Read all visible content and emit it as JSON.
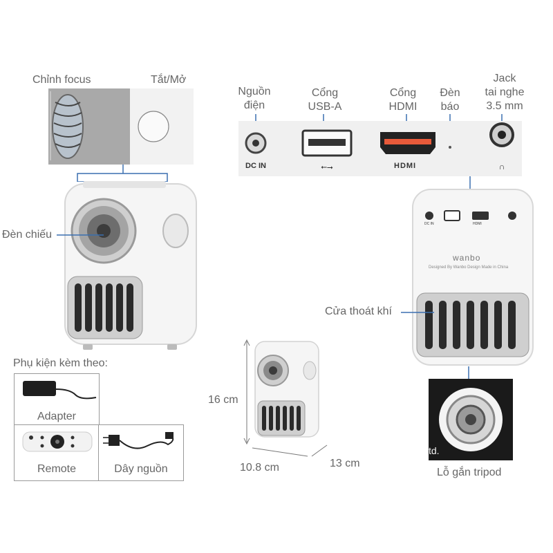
{
  "labels": {
    "focus": "Chỉnh focus",
    "power_toggle": "Tắt/Mở",
    "lamp": "Đèn chiếu",
    "power_input": [
      "Nguồn",
      "điện"
    ],
    "usb_port": [
      "Cổng",
      "USB-A"
    ],
    "hdmi_port": [
      "Cổng",
      "HDMI"
    ],
    "indicator_light": [
      "Đèn",
      "báo"
    ],
    "headphone_jack": [
      "Jack",
      "tai nghe",
      "3.5 mm"
    ],
    "vent": "Cửa thoát khí",
    "tripod_mount": "Lỗ gắn tripod",
    "accessories_heading": "Phụ kiện kèm theo:",
    "watermark_fragment": "td."
  },
  "port_panel": {
    "dc_in": "DC IN",
    "hdmi_logo": "HDMI"
  },
  "rear_panel": {
    "brand": "wanbo",
    "tagline": "Designed By Wanbo Design Made in China",
    "dc_in": "DC IN",
    "hdmi": "HDMI"
  },
  "accessories": [
    {
      "name": "Adapter"
    },
    {
      "name": "Remote"
    },
    {
      "name": "Dây nguồn"
    }
  ],
  "dimensions": {
    "height": "16 cm",
    "width": "10.8 cm",
    "depth": "13 cm"
  },
  "colors": {
    "body": "#f4f4f4",
    "vent_dark": "#2a2a2a",
    "callout_line": "#3a6fb0",
    "label_text": "#666666"
  }
}
